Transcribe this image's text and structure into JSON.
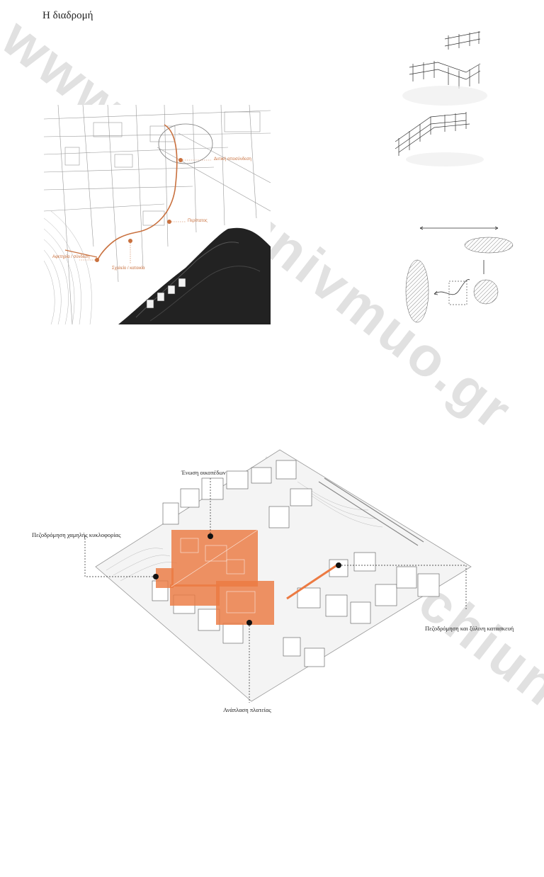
{
  "page": {
    "title": "Η διαδρομή",
    "watermark_top": "www.archiunivmuo.gr",
    "watermark_bottom": "www.archiunivmuo.gr"
  },
  "route_map": {
    "labels": [
      "Δυτική αποσύνδεση",
      "Περίπατος",
      "Σχολείο / κατοικία",
      "Αφετηρία / σύνδεση"
    ],
    "accent_color": "#c9713f"
  },
  "axonometric": {
    "callouts": {
      "top": "Ένωση οικοπέδων",
      "left": "Πεζοδρόμηση χαμηλής κυκλοφορίας",
      "right": "Πεζοδρόμηση και ξύλινη κατασκευή",
      "bottom": "Ανάπλαση πλατείας"
    },
    "highlight_color": "#ec7a42"
  }
}
